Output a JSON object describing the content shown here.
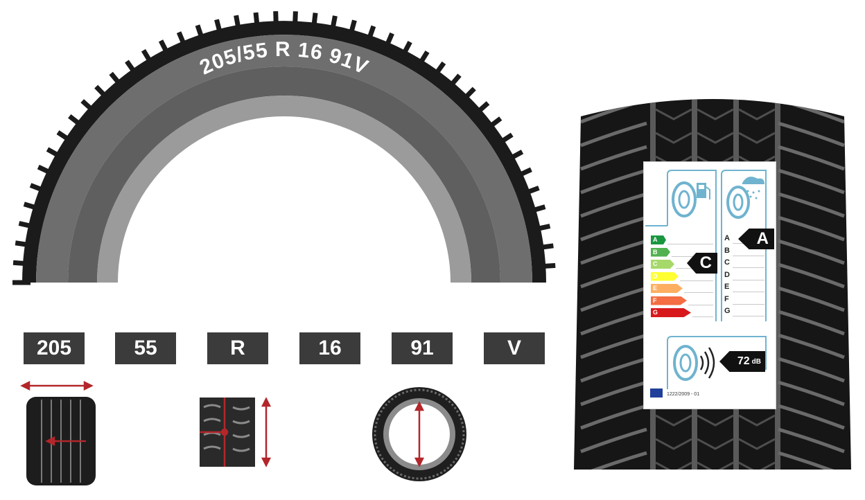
{
  "sidewall": {
    "marking": "205/55 R 16 91V"
  },
  "code_parts": [
    "205",
    "55",
    "R",
    "16",
    "91",
    "V"
  ],
  "label": {
    "fuel_grades": [
      "A",
      "B",
      "C",
      "D",
      "E",
      "F",
      "G"
    ],
    "fuel_rating": "C",
    "wet_grades": [
      "A",
      "B",
      "C",
      "D",
      "E",
      "F",
      "G"
    ],
    "wet_rating": "A",
    "noise_value": "72",
    "noise_unit": "dB",
    "regulation": "1222/2009 - 01"
  },
  "colors": {
    "tire_dark": "#1b1b1b",
    "tire_mid": "#6e6e6e",
    "tire_light": "#9b9b9b",
    "code_box": "#3b3b3b",
    "measure_red": "#b3262a",
    "label_frame": "#6fb3cf",
    "grade_colors": [
      "#1a9641",
      "#52b151",
      "#a6d96a",
      "#ffff33",
      "#fdae61",
      "#f46d43",
      "#d7191c"
    ]
  }
}
